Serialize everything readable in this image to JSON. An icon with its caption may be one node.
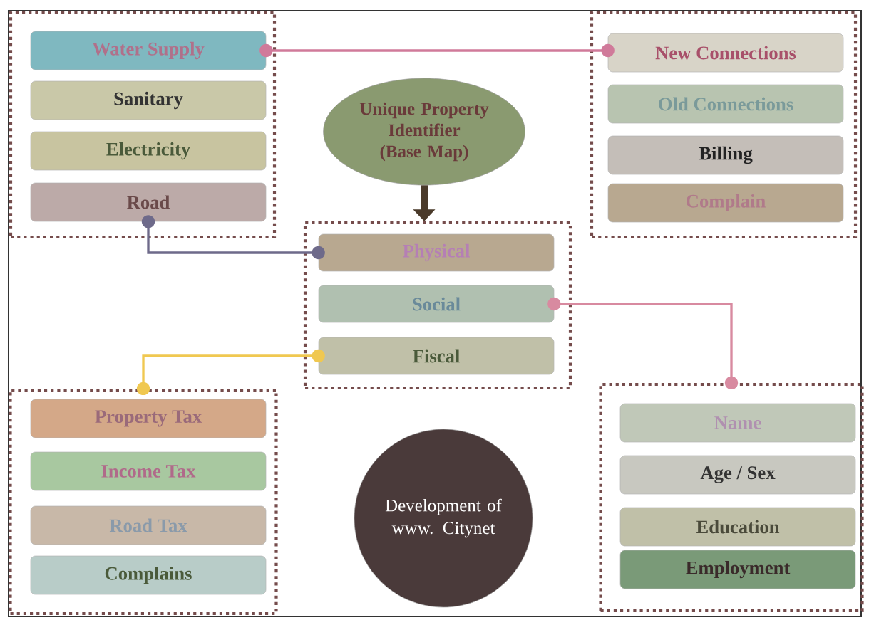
{
  "diagram": {
    "nodes": [
      {
        "text": [],
        "shape": "box"
      },
      {
        "text": [
          "Water Supply"
        ],
        "in": 0
      },
      {
        "text": [
          "Sanitary"
        ],
        "in": 0
      },
      {
        "text": [
          "Electricity"
        ],
        "in": 0
      },
      {
        "text": [
          "Road"
        ],
        "in": 0
      },
      {
        "text": [],
        "shape": "box"
      },
      {
        "text": [
          "New Connections"
        ],
        "in": 5
      },
      {
        "text": [
          "Old Connections"
        ],
        "in": 5
      },
      {
        "text": [
          "Billing"
        ],
        "in": 5
      },
      {
        "text": [
          "Complain"
        ],
        "in": 5
      },
      {
        "text": [
          "Unique Property Identifier (Base Map)"
        ]
      },
      {
        "text": [],
        "shape": "box"
      },
      {
        "text": [
          "Physical"
        ],
        "in": 11
      },
      {
        "text": [
          "Social"
        ],
        "in": 11
      },
      {
        "text": [
          "Fiscal"
        ],
        "in": 11
      },
      {
        "text": [],
        "shape": "box"
      },
      {
        "text": [
          "Property Tax"
        ],
        "in": 15
      },
      {
        "text": [
          "Income Tax"
        ],
        "in": 15
      },
      {
        "text": [
          "Road Tax"
        ],
        "in": 15
      },
      {
        "text": [
          "Complains"
        ],
        "in": 15
      },
      {
        "text": [
          "Development of www. Citynet"
        ]
      },
      {
        "text": [],
        "shape": "box"
      },
      {
        "text": [
          "Name"
        ],
        "in": 21
      },
      {
        "text": [
          "Age / Sex"
        ],
        "in": 21
      },
      {
        "text": [
          "Education"
        ],
        "in": 21
      },
      {
        "text": [
          "Employment"
        ],
        "in": 21
      }
    ],
    "edges": [
      {
        "from": 1,
        "to": 6,
        "arrow": "other",
        "color": "#d07a9a"
      },
      {
        "from": 10,
        "to": 11,
        "arrow": "to",
        "style": "thick",
        "color": "#4a3a2a"
      },
      {
        "from": 4,
        "to": 12,
        "arrow": "other",
        "color": "#6e6a8a"
      },
      {
        "from": 13,
        "to": 21,
        "arrow": "other",
        "color": "#d88aa0"
      },
      {
        "from": 14,
        "to": 15,
        "arrow": "other",
        "color": "#f0c850"
      }
    ]
  }
}
